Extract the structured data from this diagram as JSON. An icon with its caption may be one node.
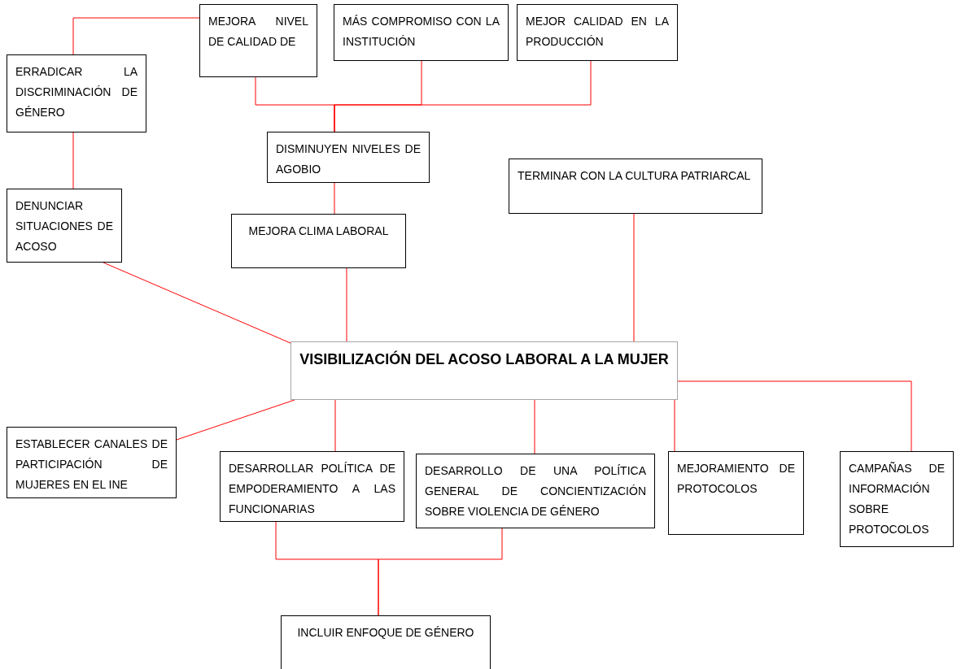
{
  "diagram": {
    "nodes": [
      {
        "text": [
          "MEJORA NIVEL DE CALIDAD DE"
        ]
      },
      {
        "text": [
          "MÁS COMPROMISO CON LA INSTITUCIÓN"
        ]
      },
      {
        "text": [
          "MEJOR CALIDAD EN LA PRODUCCIÓN"
        ]
      },
      {
        "text": [
          "ERRADICAR LA DISCRIMINACIÓN DE GÉNERO"
        ]
      },
      {
        "text": [
          "DISMINUYEN NIVELES DE AGOBIO"
        ]
      },
      {
        "text": [
          "TERMINAR CON LA CULTURA PATRIARCAL"
        ]
      },
      {
        "text": [
          "DENUNCIAR SITUACIONES DE ACOSO"
        ]
      },
      {
        "text": [
          "MEJORA CLIMA LABORAL"
        ]
      },
      {
        "text": [
          "VISIBILIZACIÓN DEL ACOSO LABORAL A LA MUJER"
        ]
      },
      {
        "text": [
          "ESTABLECER CANALES DE PARTICIPACIÓN DE MUJERES EN EL INE"
        ]
      },
      {
        "text": [
          "DESARROLLAR POLÍTICA DE EMPODERAMIENTO A LAS FUNCIONARIAS"
        ]
      },
      {
        "text": [
          "DESARROLLO DE UNA POLÍTICA GENERAL DE CONCIENTIZACIÓN SOBRE VIOLENCIA DE GÉNERO"
        ]
      },
      {
        "text": [
          "MEJORAMIENTO DE PROTOCOLOS"
        ]
      },
      {
        "text": [
          "CAMPAÑAS DE INFORMACIÓN SOBRE PROTOCOLOS"
        ]
      },
      {
        "text": [
          "INCLUIR ENFOQUE DE GÉNERO"
        ]
      }
    ],
    "edges": [
      {
        "from": 0,
        "to": 4,
        "arrow": "none"
      },
      {
        "from": 1,
        "to": 4,
        "arrow": "none"
      },
      {
        "from": 2,
        "to": 4,
        "arrow": "none"
      },
      {
        "from": 3,
        "to": 0,
        "arrow": "none"
      },
      {
        "from": 3,
        "to": 6,
        "arrow": "none"
      },
      {
        "from": 4,
        "to": 7,
        "arrow": "none"
      },
      {
        "from": 6,
        "to": 8,
        "arrow": "none"
      },
      {
        "from": 7,
        "to": 8,
        "arrow": "none"
      },
      {
        "from": 5,
        "to": 8,
        "arrow": "none"
      },
      {
        "from": 8,
        "to": 9,
        "arrow": "none"
      },
      {
        "from": 8,
        "to": 10,
        "arrow": "none"
      },
      {
        "from": 8,
        "to": 11,
        "arrow": "none"
      },
      {
        "from": 8,
        "to": 12,
        "arrow": "none"
      },
      {
        "from": 8,
        "to": 13,
        "arrow": "none"
      },
      {
        "from": 10,
        "to": 14,
        "arrow": "none"
      },
      {
        "from": 11,
        "to": 14,
        "arrow": "none"
      }
    ]
  }
}
